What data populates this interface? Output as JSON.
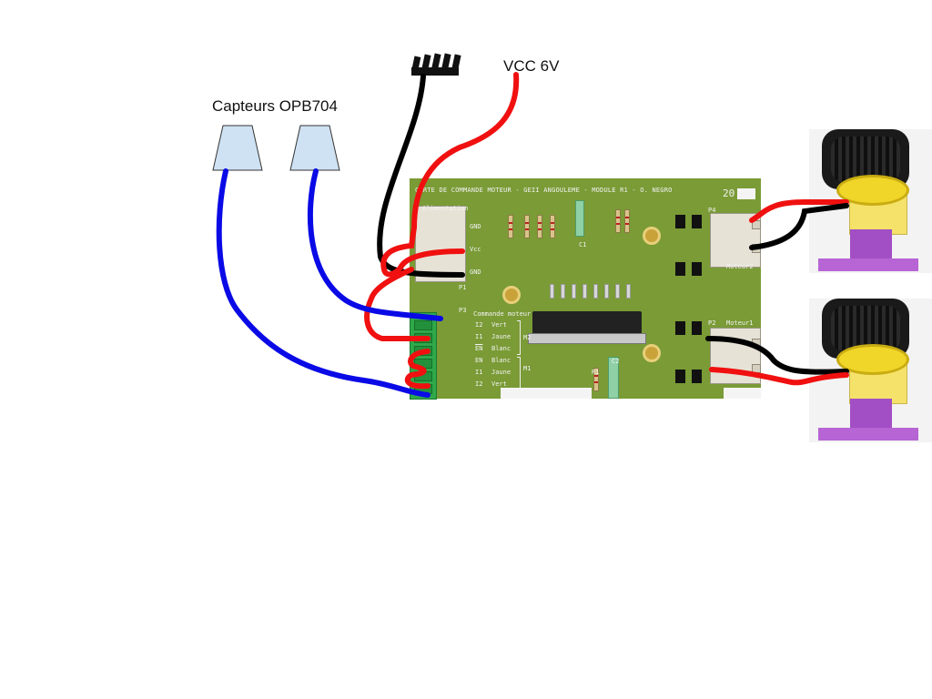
{
  "labels": {
    "sensors": "Capteurs OPB704",
    "vcc": "VCC 6V"
  },
  "pcb": {
    "title": "CARTE DE COMMANDE MOTEUR - GEII ANGOULEME - MODULE R1 - O. NEGRO",
    "board_number": "20",
    "alimentation": "Alimentation",
    "p1": "P1",
    "p2": "P2",
    "p3": "P3",
    "p4": "P4",
    "gnd_top": "GND",
    "vcc_pin": "Vcc",
    "gnd_bottom": "GND",
    "moteur2": "Moteur2",
    "moteur1": "Moteur1",
    "commande": "Commande moteur",
    "m2": "M2",
    "m1": "M1",
    "c1": "C1",
    "r1": "R1",
    "c2": "C2",
    "rows": [
      {
        "pin": "I2",
        "color": "Vert"
      },
      {
        "pin": "I1",
        "color": "Jaune"
      },
      {
        "pin": "EN",
        "color": "Blanc"
      },
      {
        "pin": "EN",
        "color": "Blanc"
      },
      {
        "pin": "I1",
        "color": "Jaune"
      },
      {
        "pin": "I2",
        "color": "Vert"
      }
    ]
  },
  "colors": {
    "wire_red": "#f01010",
    "wire_black": "#000000",
    "wire_blue": "#0a0ae6",
    "pcb_green": "#7a9b36",
    "sensor_fill": "#cfe2f3",
    "terminal_green": "#2fa94a",
    "motor_mount": "#a24ec4"
  }
}
